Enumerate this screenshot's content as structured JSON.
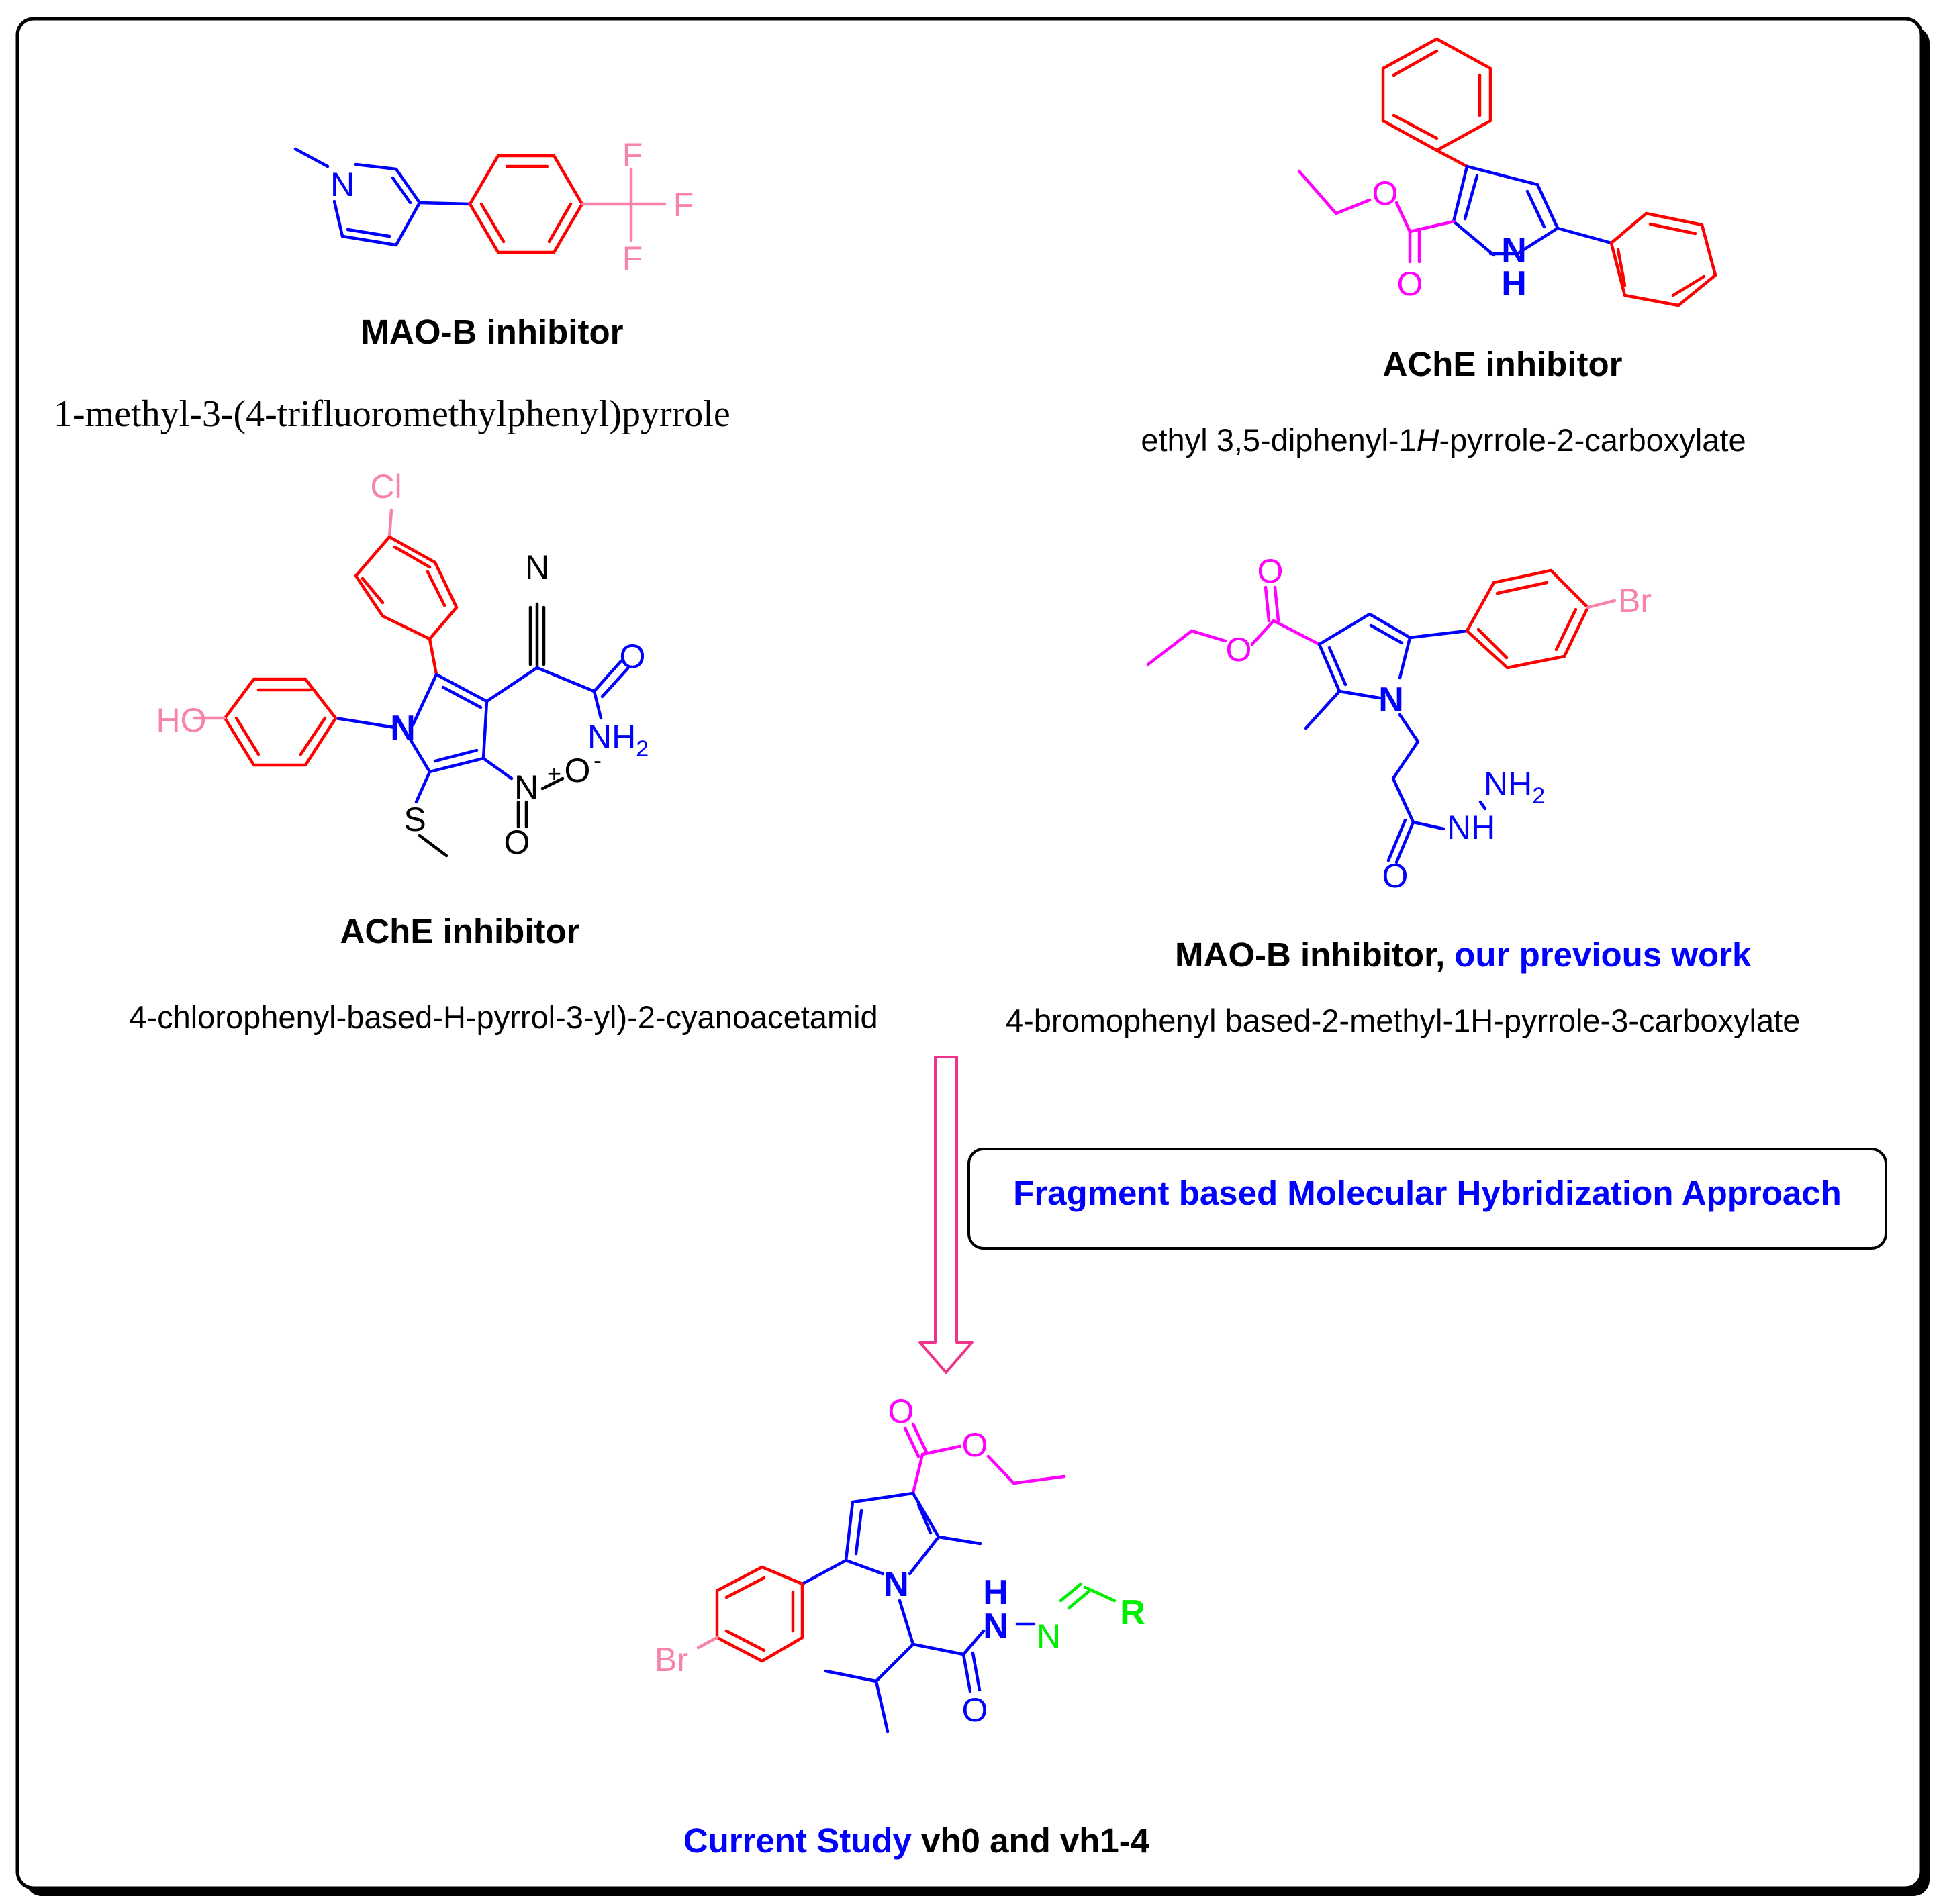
{
  "colors": {
    "pyrrole_core": "#0000ff",
    "phenyl_ring": "#ff0000",
    "halogen_and_hydroxyl": "#f783ac",
    "ester_group": "#ff00ff",
    "imine_group": "#00ee00",
    "neutral_atoms": "#000000",
    "arrow": "#ee3388"
  },
  "compounds": [
    {
      "role": "MAO-B inhibitor",
      "name": "1-methyl-3-(4-trifluoromethylphenyl)pyrrole",
      "atoms": {
        "n": "N",
        "f1": "F",
        "f2": "F",
        "f3": "F"
      }
    },
    {
      "role": "AChE inhibitor",
      "name_prefix": "ethyl 3,5-diphenyl-1",
      "name_italic": "H",
      "name_suffix": "-pyrrole-2-carboxylate",
      "atoms": {
        "o_ester": "O",
        "o_carbonyl": "O",
        "nh_n": "N",
        "nh_h": "H"
      }
    },
    {
      "role": "AChE inhibitor",
      "name": "4-chlorophenyl-based-H-pyrrol-3-yl)-2-cyanoacetamid",
      "atoms": {
        "cl": "Cl",
        "ho": "HO",
        "n_ring": "N",
        "n_nitrile": "N",
        "o_amide": "O",
        "nh2": "NH",
        "nh2_sub": "2",
        "s": "S",
        "n_nitro": "N",
        "plus": "+",
        "o_nitro_1": "O",
        "minus": "-",
        "o_nitro_2": "O"
      }
    },
    {
      "role": "MAO-B inhibitor",
      "role_sep": ",",
      "highlight": "our previous work",
      "name": "4-bromophenyl based-2-methyl-1H-pyrrole-3-carboxylate",
      "atoms": {
        "o_carbonyl": "O",
        "o_ester": "O",
        "br": "Br",
        "n_ring": "N",
        "nh2": "NH",
        "nh2_sub": "2",
        "nh": "NH",
        "o_amide": "O"
      }
    }
  ],
  "approach_label": "Fragment based Molecular Hybridization Approach",
  "current_study": {
    "highlight": "Current Study",
    "compounds": "vh0 and vh1-4",
    "atoms": {
      "o_carbonyl": "O",
      "o_ester": "O",
      "n_ring": "N",
      "br": "Br",
      "h": "H",
      "n_hydrazide": "N",
      "n_imine": "N",
      "r": "R",
      "o_amide": "O"
    }
  }
}
